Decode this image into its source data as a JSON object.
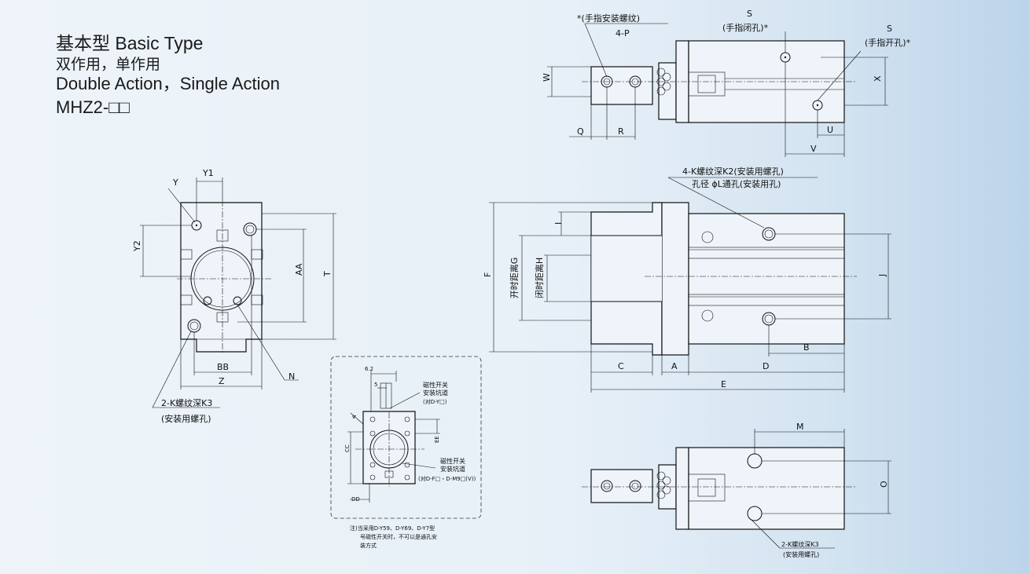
{
  "heading": {
    "title": "基本型 Basic Type",
    "subtitle_cn": "双作用，单作用",
    "subtitle_en": "Double Action，Single Action",
    "model": "MHZ2-□□"
  },
  "top_view": {
    "finger_thread": "*(手指安装螺纹)",
    "finger_thread_qty": "4-P",
    "s_closed": "S",
    "s_closed_note": "(手指闭孔)*",
    "s_open": "S",
    "s_open_note": "(手指开孔)*",
    "w": "W",
    "x": "X",
    "q": "Q",
    "r": "R",
    "u": "U",
    "v": "V"
  },
  "end_view": {
    "y": "Y",
    "y1": "Y1",
    "y2": "Y2",
    "aa": "AA",
    "t": "T",
    "bb": "BB",
    "z": "Z",
    "n": "N",
    "mount_thread": "2-K螺纹深K3",
    "mount_note": "(安装用螺孔)"
  },
  "side_view": {
    "mount_thread": "4-K螺纹深K2(安装用螺孔)",
    "through_hole": "孔径 ϕL通孔(安装用孔)",
    "f": "F",
    "i": "I",
    "j": "J",
    "b": "B",
    "c": "C",
    "a": "A",
    "d": "D",
    "e": "E",
    "open_distance": "开时距离G",
    "closed_distance": "闭时距离H"
  },
  "bottom_view": {
    "m": "M",
    "o": "O",
    "mount_thread": "2-K螺纹深K3",
    "mount_note": "(安装用螺孔)"
  },
  "inset": {
    "dim_62": "6.2",
    "dim_5": "5",
    "dim_4": "4",
    "ee": "EE",
    "cc": "CC",
    "dd": "DD",
    "switch_slot_1a": "磁性开关",
    "switch_slot_1b": "安装坑道",
    "switch_slot_1c": "(对D-Y□)",
    "switch_slot_2a": "磁性开关",
    "switch_slot_2b": "安装坑道",
    "switch_slot_2c": "(对D-F□・D-M9□(V))",
    "note_1": "注)当采用D-Y59、D-Y69、D-Y7型",
    "note_2": "号磁性开关时，不可以是通孔安",
    "note_3": "装方式"
  }
}
